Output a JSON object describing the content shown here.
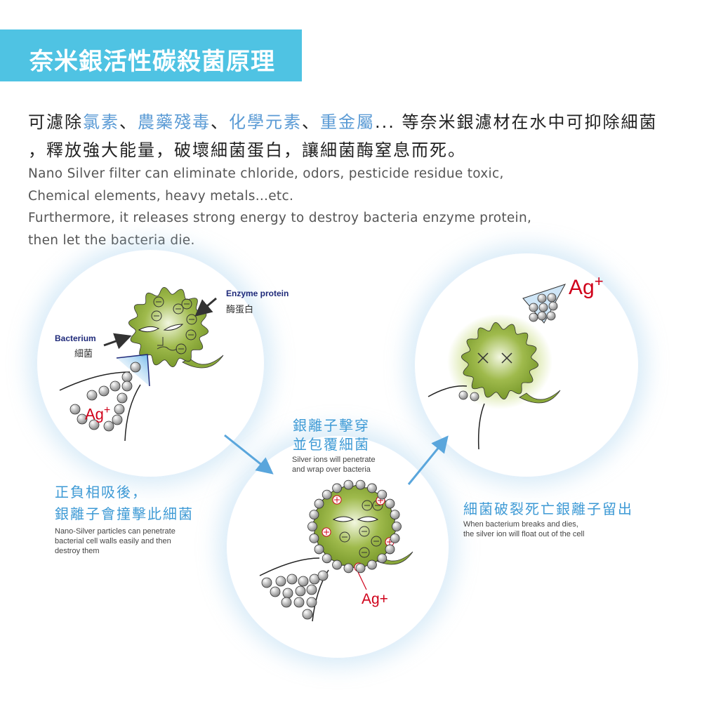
{
  "title": "奈米銀活性碳殺菌原理",
  "intro_zh": {
    "line1": [
      {
        "t": "可濾除",
        "hl": false
      },
      {
        "t": "氯素",
        "hl": true
      },
      {
        "t": "、",
        "hl": false
      },
      {
        "t": "農藥殘毒",
        "hl": true
      },
      {
        "t": "、",
        "hl": false
      },
      {
        "t": "化學元素",
        "hl": true
      },
      {
        "t": "、",
        "hl": false
      },
      {
        "t": "重金屬",
        "hl": true
      },
      {
        "t": "... 等奈米銀濾材在水中可抑除細菌",
        "hl": false
      }
    ],
    "line2": "，釋放強大能量，破壞細菌蛋白，讓細菌酶窒息而死。"
  },
  "intro_en": [
    "Nano Silver filter can eliminate chloride, odors, pesticide residue toxic,",
    "Chemical elements, heavy metals...etc.",
    "Furthermore, it releases strong energy to destroy bacteria enzyme protein,",
    "then let the bacteria die."
  ],
  "step1": {
    "enzyme_en": "Enzyme protein",
    "enzyme_zh": "酶蛋白",
    "bacterium_en": "Bacterium",
    "bacterium_zh": "細菌",
    "ag": "Ag",
    "plus": "+",
    "caption_zh": [
      "正負相吸後，",
      "銀離子會撞擊此細菌"
    ],
    "caption_en": [
      "Nano-Silver particles can penetrate",
      "bacterial cell walls easily and then",
      "destroy them"
    ]
  },
  "step2": {
    "caption_zh": [
      "銀離子擊穿",
      "並包覆細菌"
    ],
    "caption_en": [
      "Silver ions will penetrate",
      "and wrap over bacteria"
    ],
    "ag": "Ag+"
  },
  "step3": {
    "ag": "Ag",
    "plus": "+",
    "caption_zh": "細菌破裂死亡銀離子留出",
    "caption_en": [
      "When bacterium breaks and dies,",
      "the silver ion will float out of the cell"
    ]
  },
  "colors": {
    "title_bg": "#4fc3e3",
    "highlight": "#5b9bd5",
    "accent_blue": "#3e9ad5",
    "ag_red": "#d0021b",
    "bacteria_green": "#8aa83a"
  }
}
